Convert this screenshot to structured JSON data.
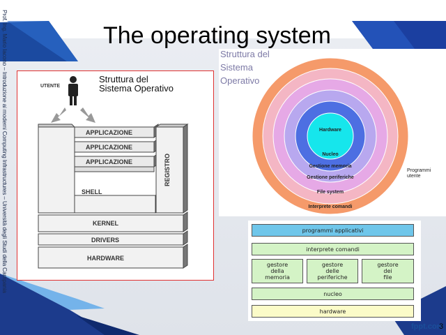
{
  "slide": {
    "title": "The operating system",
    "side_text": "Prof. Ing. Mario Iacono – Introduzione ai moderni Computing Infrastructures – Università degli Studi della Campania",
    "logo": "fppt.com",
    "page_number": "3"
  },
  "left_diagram": {
    "title_line1": "Struttura del",
    "title_line2": "Sistema Operativo",
    "user_label": "UTENTE",
    "layers": {
      "app1": "APPLICAZIONE",
      "app2": "APPLICAZIONE",
      "app3": "APPLICAZIONE",
      "shell": "SHELL",
      "registry": "REGISTRO",
      "kernel": "KERNEL",
      "drivers": "DRIVERS",
      "hardware": "HARDWARE"
    }
  },
  "circle_diagram": {
    "title_line1": "Struttura del",
    "title_line2": "Sistema",
    "title_line3": "Operativo",
    "rings": [
      {
        "label": "Interprete comandi",
        "color": "#f59a6a"
      },
      {
        "label": "File system",
        "color": "#f4b6c4"
      },
      {
        "label": "Gestione periferiche",
        "color": "#e6a9e6"
      },
      {
        "label": "Gestione memoria",
        "color": "#b8a8ef"
      },
      {
        "label": "Nucleo",
        "color": "#4d6fe2"
      },
      {
        "label": "Hardware",
        "color": "#16e6ec"
      }
    ],
    "outer_label_line1": "Programmi",
    "outer_label_line2": "utente"
  },
  "layer_table": {
    "apps": "programmi applicativi",
    "shell": "interprete comandi",
    "memory": "gestore\ndella\nmemoria",
    "devices": "gestore\ndelle\nperiferiche",
    "files": "gestore\ndei\nfile",
    "kernel": "nucleo",
    "hardware": "hardware"
  }
}
